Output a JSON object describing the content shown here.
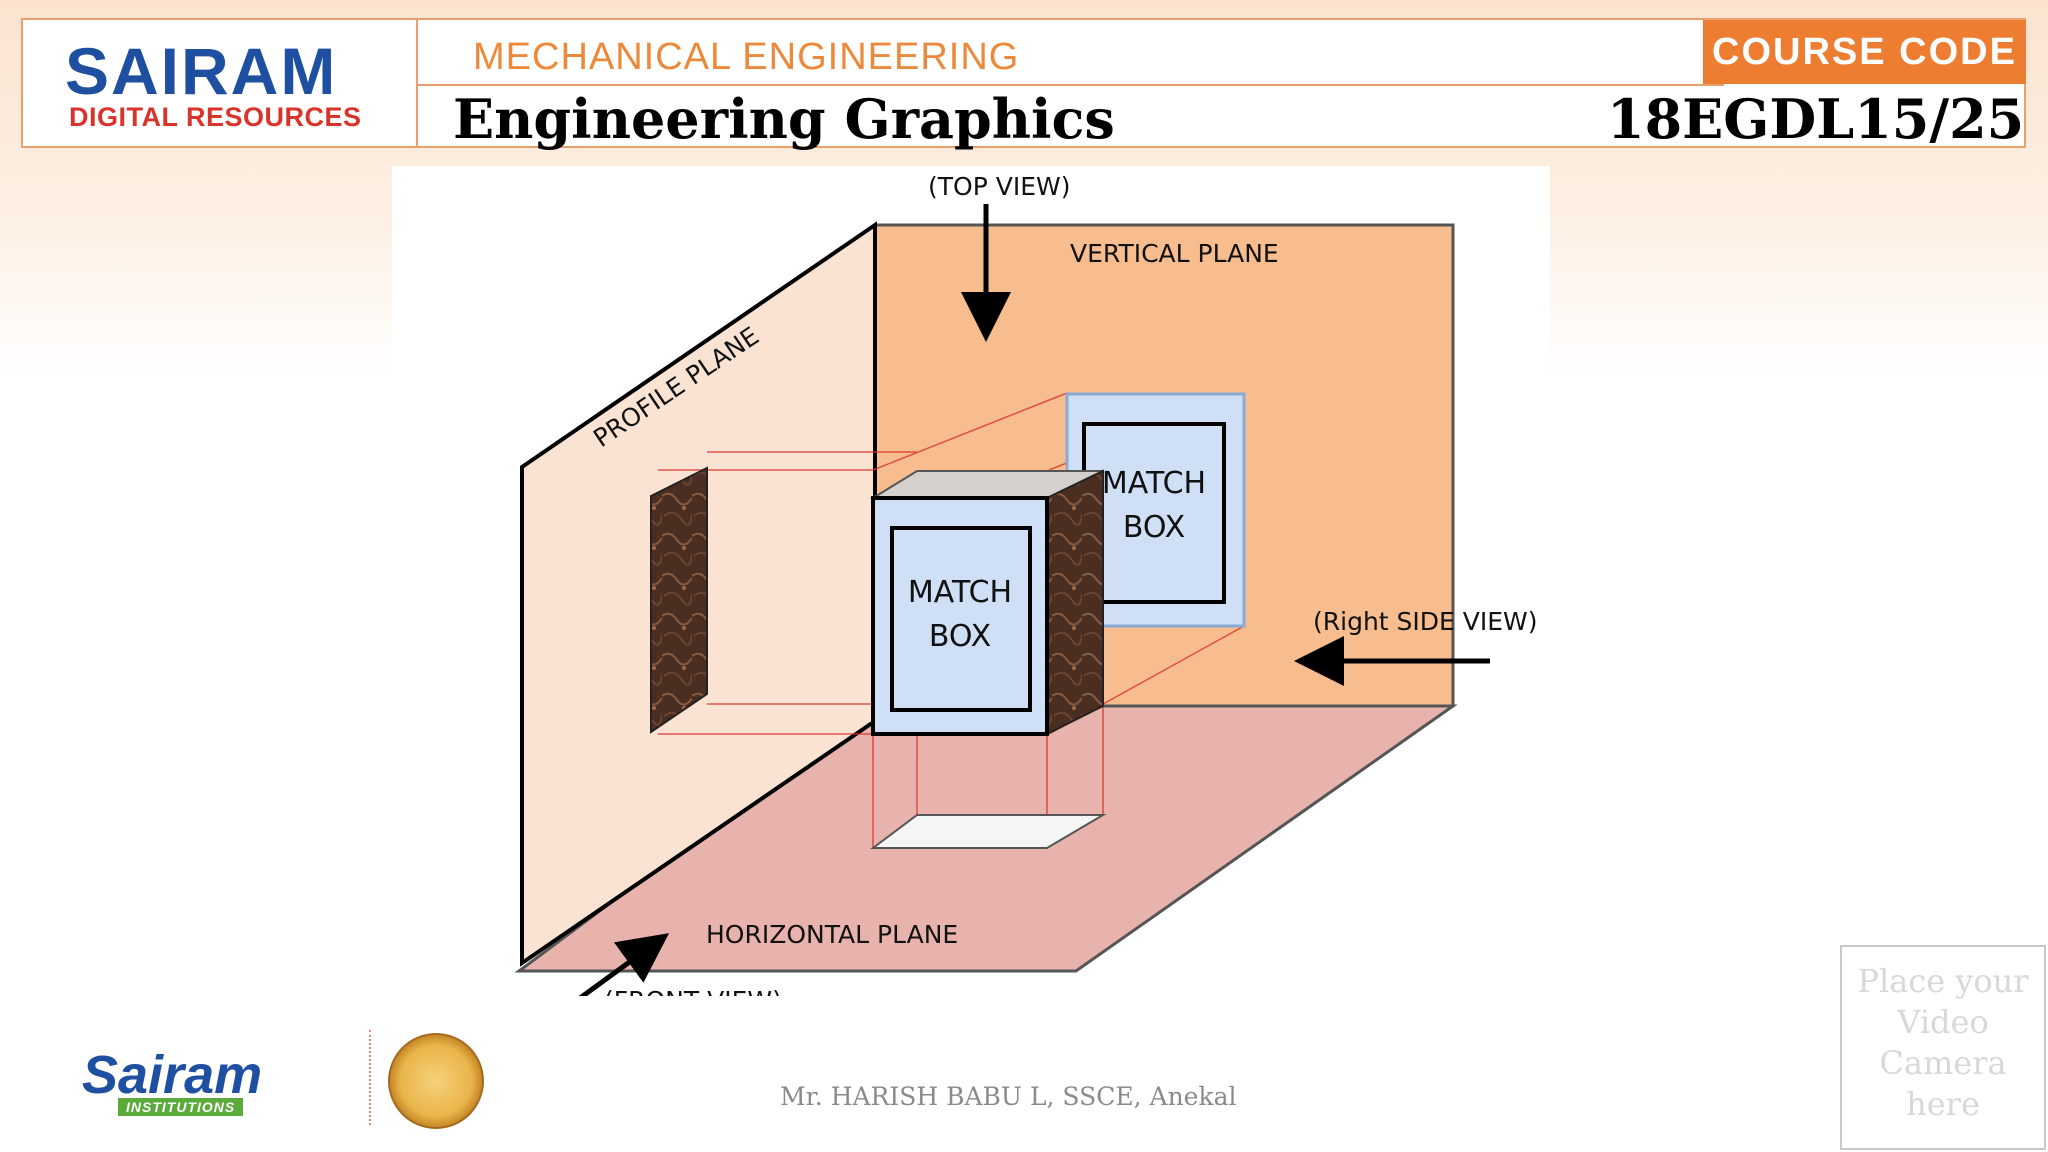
{
  "header": {
    "logo_main": "SAIRAM",
    "logo_sub": "DIGITAL RESOURCES",
    "department": "MECHANICAL ENGINEERING",
    "subject": "Engineering Graphics",
    "course_code_label": "COURSE CODE",
    "course_code": "18EGDL15/25"
  },
  "diagram": {
    "labels": {
      "top_view": "(TOP VIEW)",
      "vertical_plane": "VERTICAL PLANE",
      "profile_plane": "PROFILE PLANE",
      "horizontal_plane": "HORIZONTAL PLANE",
      "front_view": "(FRONT  VIEW)",
      "right_side_view": "(Right SIDE  VIEW)"
    },
    "box_front": {
      "line1": "MATCH",
      "line2": "BOX"
    },
    "box_projection": {
      "line1": "MATCH",
      "line2": "BOX"
    },
    "colors": {
      "vertical_plane": "#f8bd8e",
      "profile_plane": "#fbe3d3",
      "horizontal_plane": "#e8b3ad",
      "box_face": "#cfe0f6",
      "box_side": "#4a2e22",
      "projector": "#d9342b"
    }
  },
  "footer": {
    "credit": "Mr. HARISH BABU L, SSCE, Anekal",
    "brand": "Sairam",
    "brand_tag": "INSTITUTIONS",
    "camera_placeholder": [
      "Place your",
      "Video",
      "Camera",
      "here"
    ]
  }
}
